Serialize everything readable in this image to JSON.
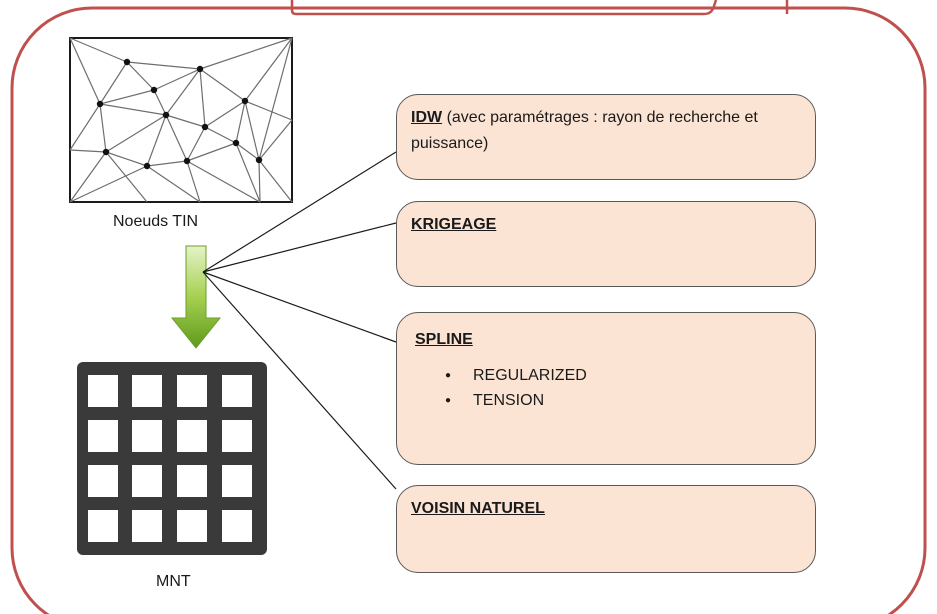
{
  "left": {
    "tin_label": "Noeuds TIN",
    "mnt_label": "MNT"
  },
  "methods": [
    {
      "title": "IDW",
      "desc": "(avec paramétrages : rayon de recherche et puissance)"
    },
    {
      "title": "KRIGEAGE"
    },
    {
      "title": "SPLINE",
      "bullets": [
        "REGULARIZED",
        "TENSION"
      ]
    },
    {
      "title": "VOISIN NATUREL"
    }
  ],
  "colors": {
    "frame": "#c0504d",
    "box_fill": "#fce4d4",
    "arrow": "#76b82a",
    "grid": "#3a3a3a"
  }
}
